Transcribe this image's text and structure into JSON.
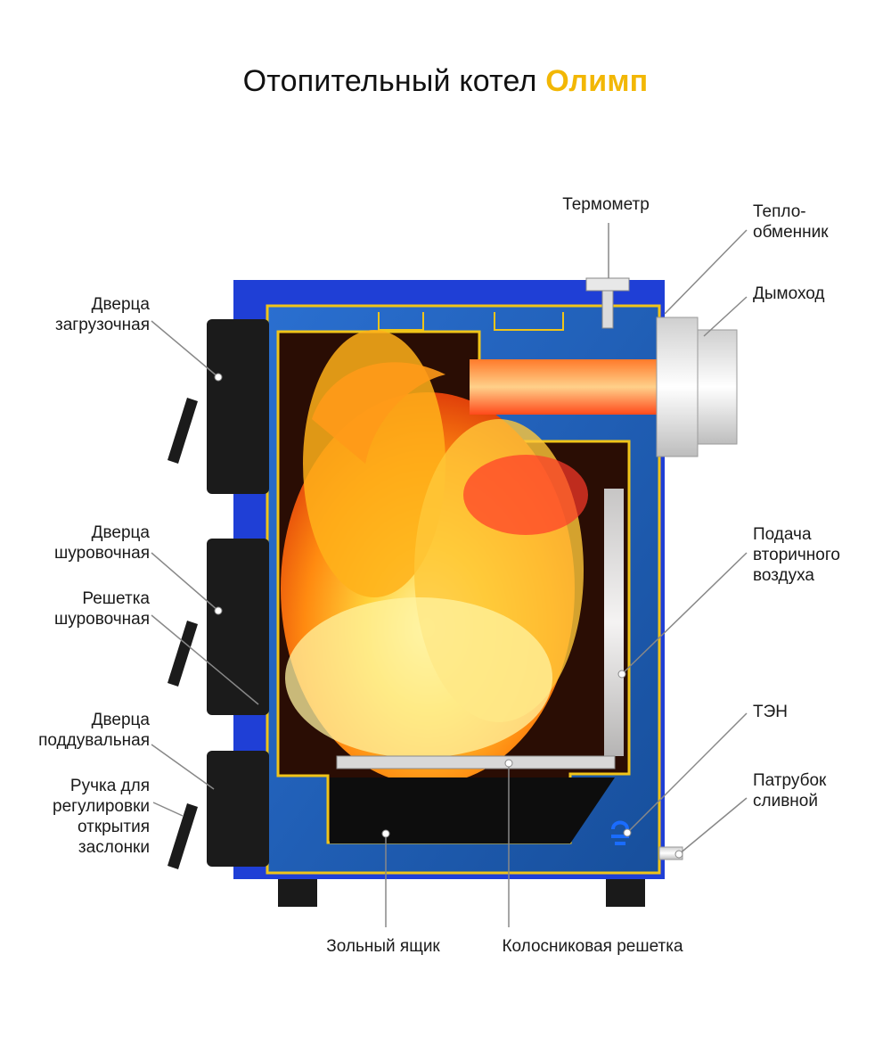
{
  "title": {
    "prefix": "Отопительный котел",
    "brand": "Олимп"
  },
  "colors": {
    "brand_accent": "#f2b705",
    "boiler_body": "#1f3fd6",
    "water_jacket": "#1e5fb8",
    "trim": "#f0c419",
    "leader_lines": "#888888"
  },
  "labels": {
    "door_loading": "Дверца\nзагрузочная",
    "door_poker": "Дверца\nшуровочная",
    "grate_poker": "Решетка\nшуровочная",
    "door_blower": "Дверца\nподдувальная",
    "damper_handle": "Ручка для\nрегулировки\nоткрытия\nзаслонки",
    "thermometer": "Термометр",
    "heat_exchanger": "Тепло-\nобменник",
    "chimney": "Дымоход",
    "secondary_air": "Подача\nвторичного\nвоздуха",
    "heater": "ТЭН",
    "drain_pipe": "Патрубок\nсливной",
    "ash_box": "Зольный ящик",
    "grate": "Колосниковая решетка"
  }
}
